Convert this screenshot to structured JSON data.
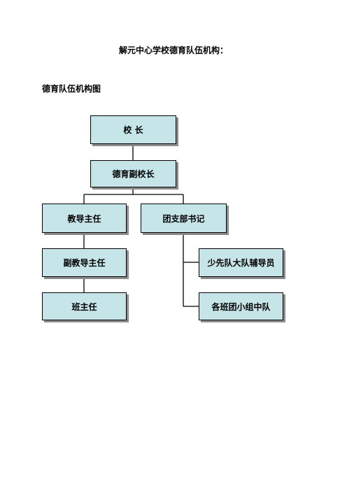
{
  "document": {
    "title": "解元中心学校德育队伍机构：",
    "section_heading": "德育队伍机构图"
  },
  "diagram": {
    "node_fill": "#c6e5e8",
    "line_color": "#000000",
    "nodes": {
      "principal": "校 长",
      "vice_principal": "德育副校长",
      "dean": "教导主任",
      "league_secretary": "团支部书记",
      "vice_dean": "副教导主任",
      "class_teacher": "班主任",
      "pioneer_counselor": "少先队大队辅导员",
      "class_league_squad": "各班团小组中队"
    }
  }
}
